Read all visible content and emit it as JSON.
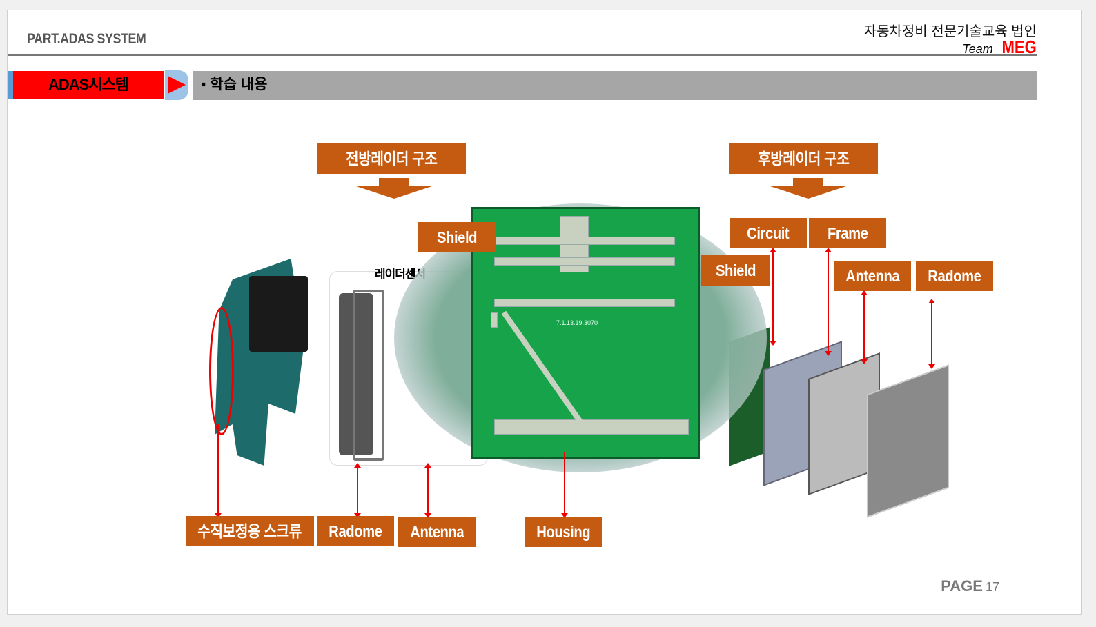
{
  "header": {
    "part": "PART.ADAS SYSTEM",
    "corp": "자동차정비 전문기술교육 법인",
    "team_prefix": "Team",
    "team_name": "MEG"
  },
  "section": {
    "title": "ADAS시스템",
    "subtitle": "▪ 학습 내용"
  },
  "front": {
    "title": "전방레이더 구조",
    "sensor_caption": "레이더센서",
    "labels": {
      "shield": "Shield",
      "screw": "수직보정용 스크류",
      "radome": "Radome",
      "antenna": "Antenna",
      "housing": "Housing"
    }
  },
  "rear": {
    "title": "후방레이더 구조",
    "labels": {
      "circuit": "Circuit",
      "frame": "Frame",
      "shield": "Shield",
      "antenna": "Antenna",
      "radome": "Radome"
    }
  },
  "pcb_text": "7.1.13.19.3070",
  "footer": {
    "page_label": "PAGE",
    "page_number": "17"
  },
  "colors": {
    "label": "#c55a11",
    "red": "#ff0000",
    "pcb": "#17a34a"
  }
}
